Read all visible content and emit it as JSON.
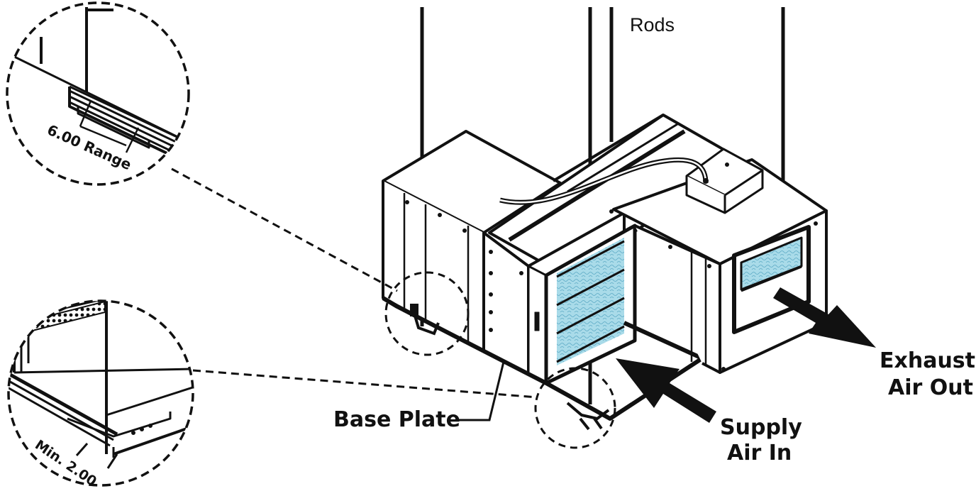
{
  "labels": {
    "rods": "Rods",
    "range": "6.00 Range",
    "min": "Min. 2.00",
    "base_plate": "Base Plate",
    "supply_line1": "Supply",
    "supply_line2": "Air In",
    "exhaust_line1": "Exhaust",
    "exhaust_line2": "Air Out"
  },
  "colors": {
    "ink": "#111111",
    "filter_fill": "#a9dbe9",
    "background": "#ffffff"
  }
}
